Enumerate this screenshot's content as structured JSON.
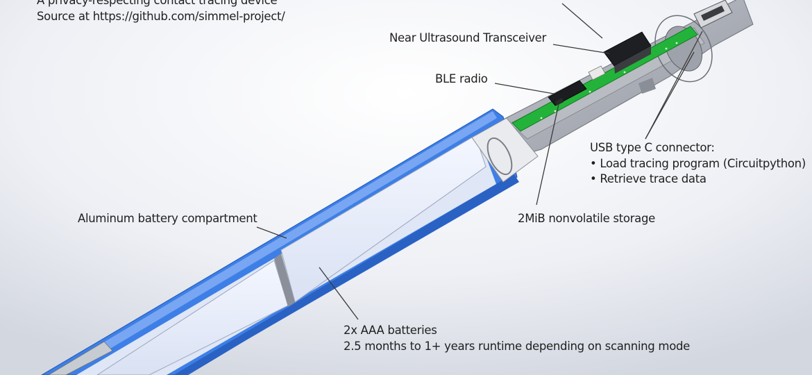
{
  "header": {
    "line1": "A privacy-respecting contact tracing device",
    "line2": "Source at https://github.com/simmel-project/"
  },
  "labels": {
    "ultrasound": "Near Ultrasound Transceiver",
    "ble": "BLE radio",
    "usb_title": "USB type C connector:",
    "usb_item1": "• Load tracing program (Circuitpython)",
    "usb_item2": "• Retrieve trace data",
    "storage": "2MiB nonvolatile storage",
    "battery_compartment": "Aluminum battery compartment",
    "batteries_line1": "2x AAA batteries",
    "batteries_line2": "2.5 months to 1+ years runtime depending on scanning mode"
  },
  "colors": {
    "aluminum": "#3d7fe6",
    "pcb": "#23b33a",
    "housing": "#a9acb3",
    "battery": "#e6ecfa",
    "leader": "#3a3a3a"
  }
}
